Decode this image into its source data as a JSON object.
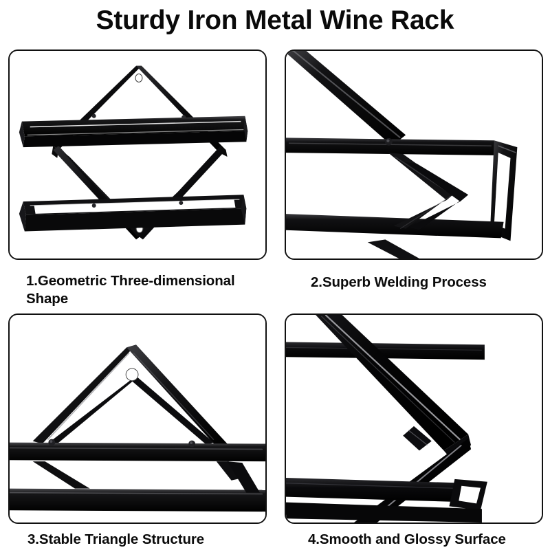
{
  "header": {
    "title": "Sturdy Iron Metal Wine Rack"
  },
  "theme": {
    "background": "#ffffff",
    "text_color": "#0b0b0b",
    "panel_border_color": "#111111",
    "metal_black": "#0d0d0d",
    "metal_highlight": "#ffffff"
  },
  "panels": [
    {
      "id": 1,
      "caption": "1.Geometric Three-dimensional Shape",
      "image_name": "wine-rack-full-view",
      "image_description": "Full black iron wine rack: diamond frame crossed by two rectangular shelves with mounting holes at top and bottom vertices"
    },
    {
      "id": 2,
      "caption": "2.Superb Welding Process",
      "image_name": "welding-joint-closeup",
      "image_description": "Close-up of welded joint where the diagonal bars meet the shelf rail, weld node visible"
    },
    {
      "id": 3,
      "caption": "3.Stable Triangle Structure",
      "image_name": "triangle-structure-closeup",
      "image_description": "Triangle apex of the frame with white mounting hole and two rivets on the shelf rail"
    },
    {
      "id": 4,
      "caption": "4.Smooth and Glossy Surface",
      "image_name": "glossy-surface-closeup",
      "image_description": "Chevron point of the diamond frame with bright specular highlights on glossy black paint"
    }
  ]
}
